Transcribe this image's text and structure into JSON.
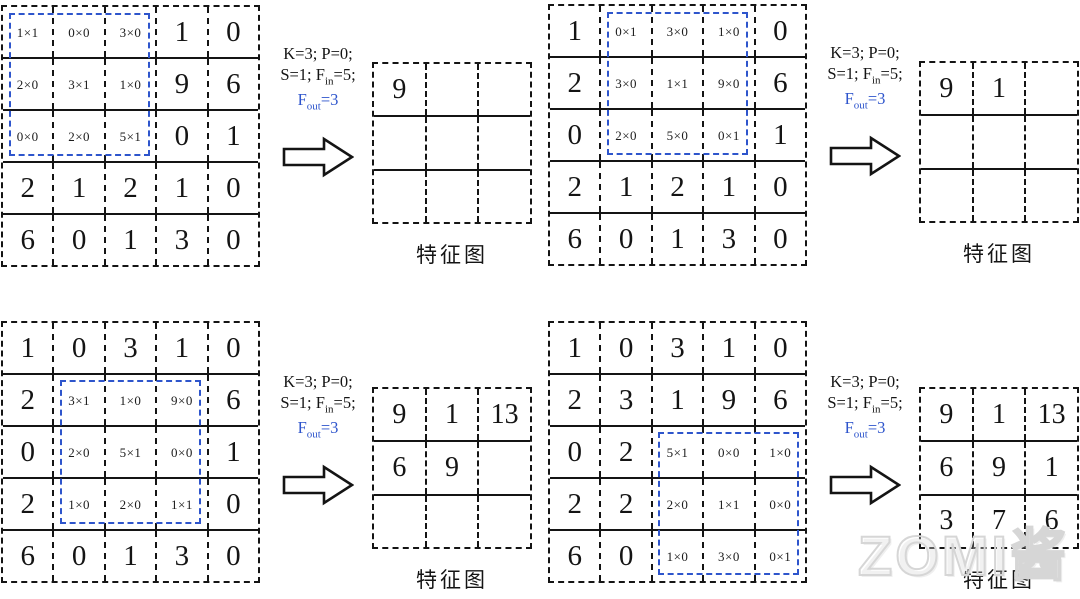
{
  "colors": {
    "kernel_window_blue": "#2e55cc",
    "fout_text_blue": "#2e55cc",
    "grid_ink": "#141414",
    "watermark_gray": "#d6d6d6"
  },
  "watermark": "ZOMI酱",
  "panels": [
    {
      "name": "conv-step-1",
      "params_lines": [
        [
          {
            "t": "K=3; P=0;"
          }
        ],
        [
          {
            "t": "S=1; F"
          },
          {
            "sub": "in"
          },
          {
            "t": "=5;"
          }
        ],
        [
          {
            "t": "F"
          },
          {
            "sub": "out"
          },
          {
            "t": "=3"
          }
        ]
      ],
      "input_grid": [
        [
          "1×1",
          "0×0",
          "3×0",
          "1",
          "0"
        ],
        [
          "2×0",
          "3×1",
          "1×0",
          "9",
          "6"
        ],
        [
          "0×0",
          "2×0",
          "5×1",
          "0",
          "1"
        ],
        [
          "2",
          "1",
          "2",
          "1",
          "0"
        ],
        [
          "6",
          "0",
          "1",
          "3",
          "0"
        ]
      ],
      "window": {
        "row": 0,
        "col": 0,
        "size": 3
      },
      "output_grid": [
        [
          "9",
          "",
          ""
        ],
        [
          "",
          "",
          ""
        ],
        [
          "",
          "",
          ""
        ]
      ],
      "output_label": "特征图"
    },
    {
      "name": "conv-step-2",
      "params_lines": [
        [
          {
            "t": "K=3; P=0;"
          }
        ],
        [
          {
            "t": "S=1; F"
          },
          {
            "sub": "in"
          },
          {
            "t": "=5;"
          }
        ],
        [
          {
            "t": "F"
          },
          {
            "sub": "out"
          },
          {
            "t": "=3"
          }
        ]
      ],
      "input_grid": [
        [
          "1",
          "0×1",
          "3×0",
          "1×0",
          "0"
        ],
        [
          "2",
          "3×0",
          "1×1",
          "9×0",
          "6"
        ],
        [
          "0",
          "2×0",
          "5×0",
          "0×1",
          "1"
        ],
        [
          "2",
          "1",
          "2",
          "1",
          "0"
        ],
        [
          "6",
          "0",
          "1",
          "3",
          "0"
        ]
      ],
      "window": {
        "row": 0,
        "col": 1,
        "size": 3
      },
      "output_grid": [
        [
          "9",
          "1",
          ""
        ],
        [
          "",
          "",
          ""
        ],
        [
          "",
          "",
          ""
        ]
      ],
      "output_label": "特征图"
    },
    {
      "name": "conv-step-5",
      "params_lines": [
        [
          {
            "t": "K=3; P=0;"
          }
        ],
        [
          {
            "t": "S=1; F"
          },
          {
            "sub": "in"
          },
          {
            "t": "=5;"
          }
        ],
        [
          {
            "t": "F"
          },
          {
            "sub": "out"
          },
          {
            "t": "=3"
          }
        ]
      ],
      "input_grid": [
        [
          "1",
          "0",
          "3",
          "1",
          "0"
        ],
        [
          "2",
          "3×1",
          "1×0",
          "9×0",
          "6"
        ],
        [
          "0",
          "2×0",
          "5×1",
          "0×0",
          "1"
        ],
        [
          "2",
          "1×0",
          "2×0",
          "1×1",
          "0"
        ],
        [
          "6",
          "0",
          "1",
          "3",
          "0"
        ]
      ],
      "window": {
        "row": 1,
        "col": 1,
        "size": 3
      },
      "output_grid": [
        [
          "9",
          "1",
          "13"
        ],
        [
          "6",
          "9",
          ""
        ],
        [
          "",
          "",
          ""
        ]
      ],
      "output_label": "特征图"
    },
    {
      "name": "conv-step-9",
      "params_lines": [
        [
          {
            "t": "K=3; P=0;"
          }
        ],
        [
          {
            "t": "S=1; F"
          },
          {
            "sub": "in"
          },
          {
            "t": "=5;"
          }
        ],
        [
          {
            "t": "F"
          },
          {
            "sub": "out"
          },
          {
            "t": "=3"
          }
        ]
      ],
      "input_grid": [
        [
          "1",
          "0",
          "3",
          "1",
          "0"
        ],
        [
          "2",
          "3",
          "1",
          "9",
          "6"
        ],
        [
          "0",
          "2",
          "5×1",
          "0×0",
          "1×0"
        ],
        [
          "2",
          "2",
          "2×0",
          "1×1",
          "0×0"
        ],
        [
          "6",
          "0",
          "1×0",
          "3×0",
          "0×1"
        ]
      ],
      "window": {
        "row": 2,
        "col": 2,
        "size": 3
      },
      "output_grid": [
        [
          "9",
          "1",
          "13"
        ],
        [
          "6",
          "9",
          "1"
        ],
        [
          "3",
          "7",
          "6"
        ]
      ],
      "output_label": "特征图"
    }
  ]
}
